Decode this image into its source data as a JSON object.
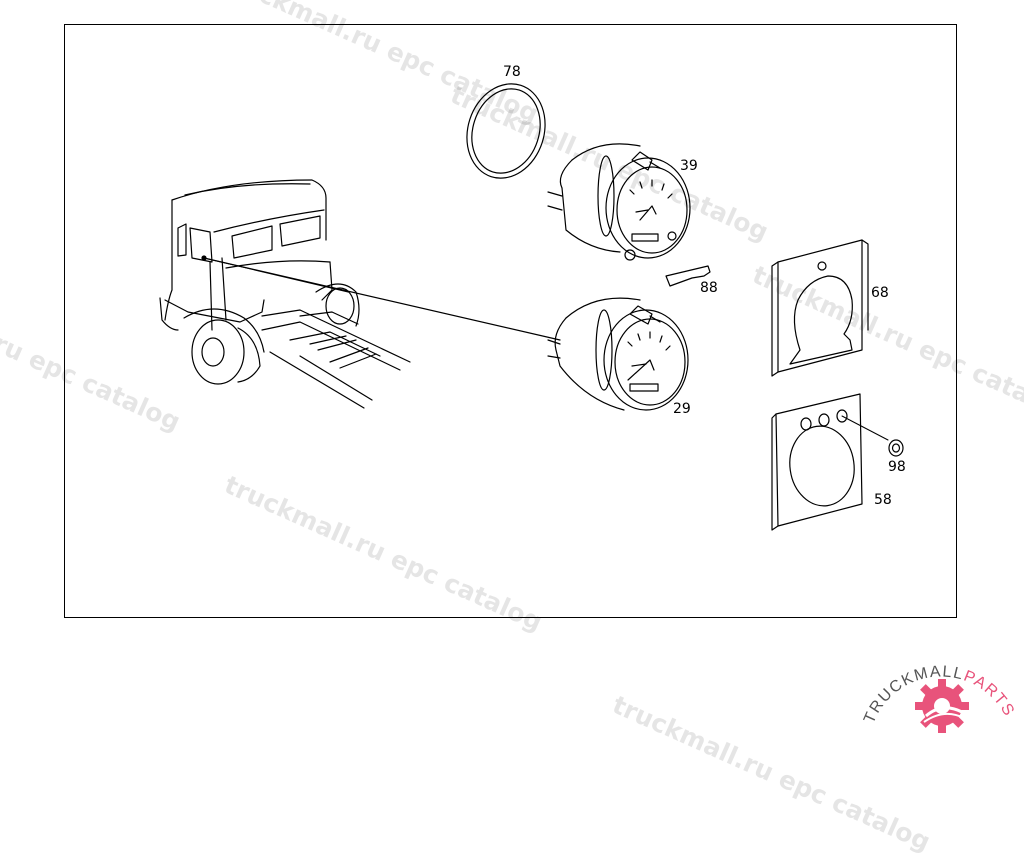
{
  "watermark_text": "truckmall.ru epc catalog",
  "callouts": {
    "c78": "78",
    "c39": "39",
    "c88": "88",
    "c68": "68",
    "c29": "29",
    "c98": "98",
    "c58": "58"
  },
  "logo": {
    "brand_dark": "TRUCKMALL",
    "brand_pink": "PARTS",
    "accent_color": "#e8537b"
  }
}
